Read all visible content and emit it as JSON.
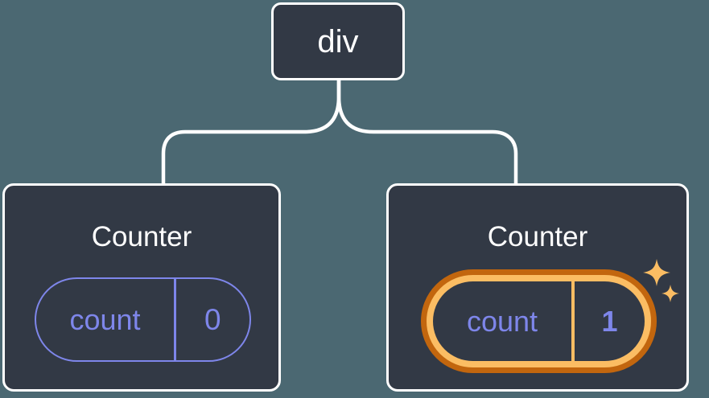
{
  "diagram": {
    "root": {
      "label": "div"
    },
    "left_counter": {
      "title": "Counter",
      "state_name": "count",
      "state_value": "0"
    },
    "right_counter": {
      "title": "Counter",
      "state_name": "count",
      "state_value": "1"
    }
  },
  "colors": {
    "page_background": "#4B6872",
    "card_background": "#323945",
    "card_border": "#FFFFFF",
    "connector": "#FFFFFF",
    "state_purple": "#7E86EA",
    "highlight_orange_dark": "#C2660E",
    "highlight_orange_light": "#FBBD63"
  }
}
